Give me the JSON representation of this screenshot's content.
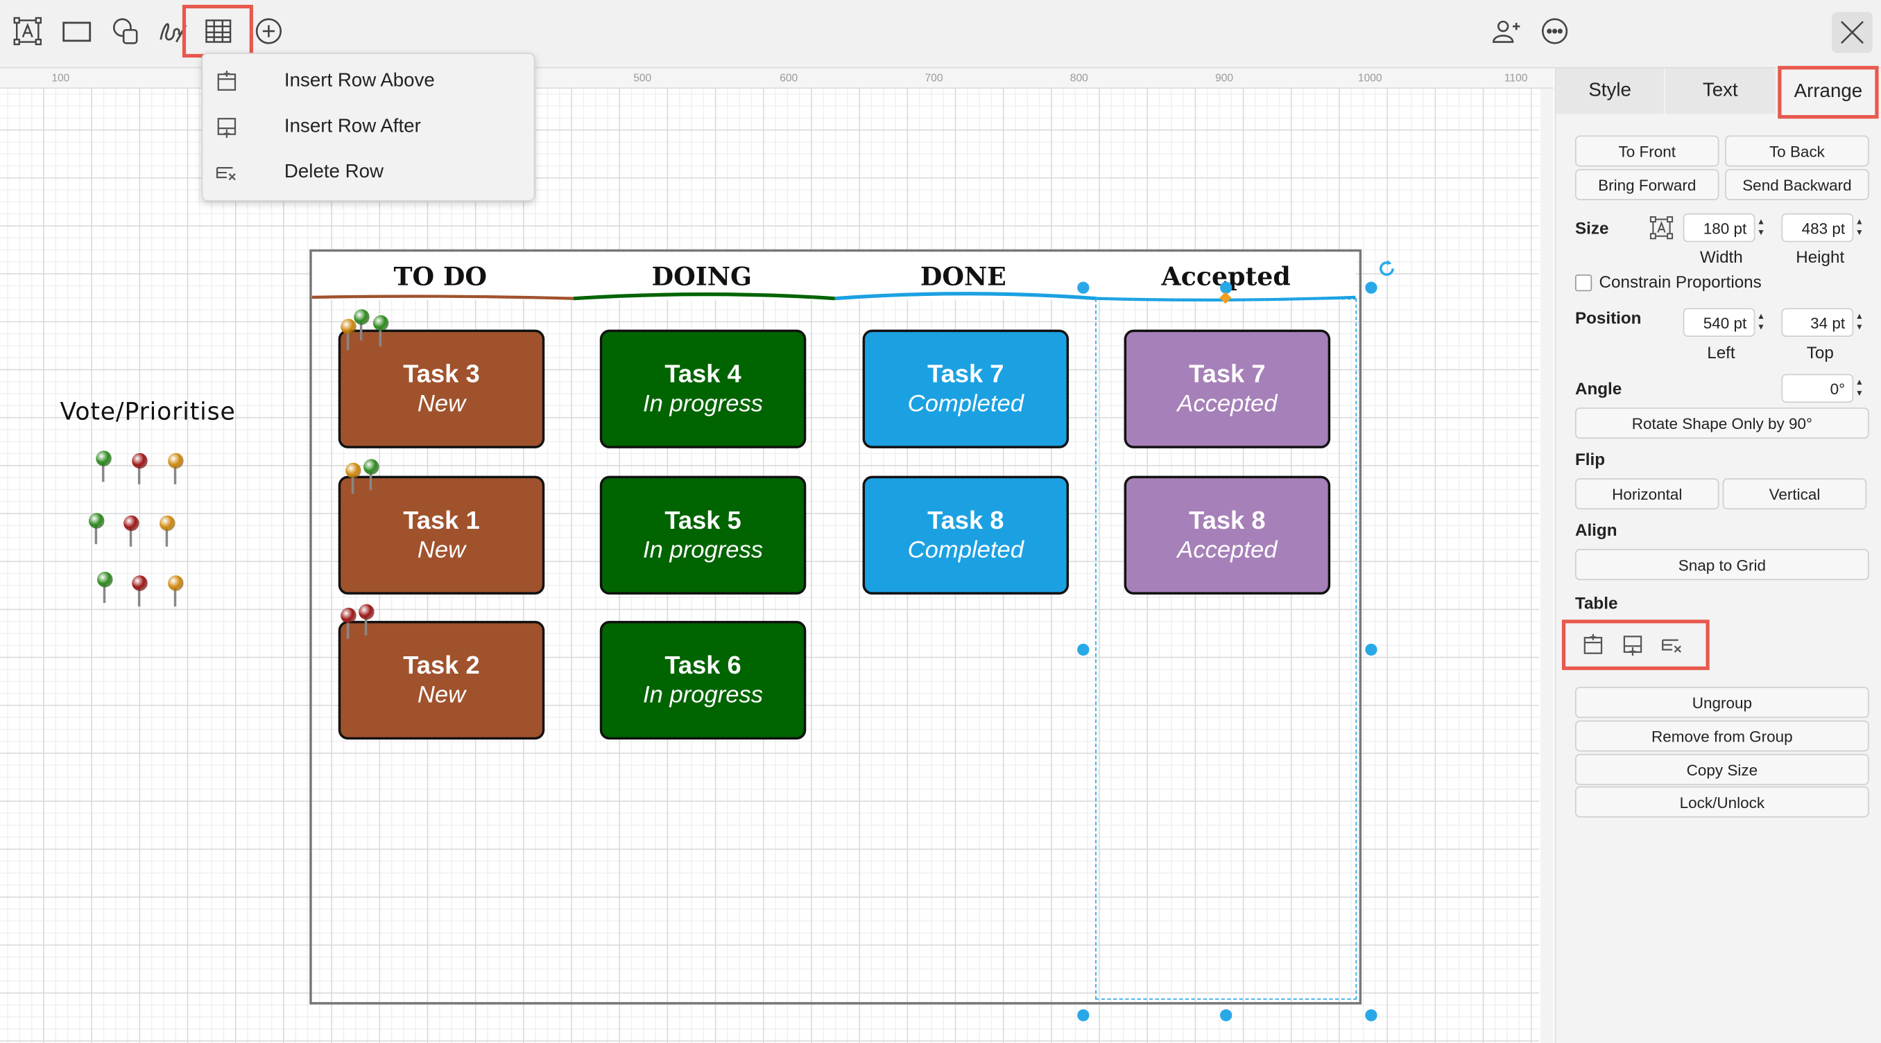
{
  "toolbar": {
    "icons": [
      "text-icon",
      "rectangle-icon",
      "shapes-icon",
      "freehand-icon",
      "table-icon",
      "add-icon"
    ],
    "right_icons": [
      "add-user-icon",
      "more-icon",
      "format-panel-icon"
    ],
    "highlight_color": "#e8584d"
  },
  "ruler": {
    "ticks": [
      "100",
      "500",
      "600",
      "700",
      "800",
      "900",
      "1000",
      "1100"
    ]
  },
  "menu": {
    "items": [
      {
        "label": "Insert Row Above",
        "icon": "insert-row-above-icon"
      },
      {
        "label": "Insert Row After",
        "icon": "insert-row-after-icon"
      },
      {
        "label": "Delete Row",
        "icon": "delete-row-icon"
      }
    ]
  },
  "canvas": {
    "vote_label": "Vote/Prioritise",
    "columns": [
      {
        "title": "TO DO",
        "underline": "#a0522d"
      },
      {
        "title": "DOING",
        "underline": "#006400"
      },
      {
        "title": "DONE",
        "underline": "#1ba1e2"
      },
      {
        "title": "Accepted",
        "underline": "#1ba1e2"
      }
    ],
    "cards": [
      {
        "title": "Task 3",
        "status": "New",
        "color": "#a0522d"
      },
      {
        "title": "Task 1",
        "status": "New",
        "color": "#a0522d"
      },
      {
        "title": "Task 2",
        "status": "New",
        "color": "#a0522d"
      },
      {
        "title": "Task 4",
        "status": "In progress",
        "color": "#006400"
      },
      {
        "title": "Task 5",
        "status": "In progress",
        "color": "#006400"
      },
      {
        "title": "Task 6",
        "status": "In progress",
        "color": "#006400"
      },
      {
        "title": "Task 7",
        "status": "Completed",
        "color": "#1ba1e2"
      },
      {
        "title": "Task 8",
        "status": "Completed",
        "color": "#1ba1e2"
      },
      {
        "title": "Task 7",
        "status": "Accepted",
        "color": "#a680b8"
      },
      {
        "title": "Task 8",
        "status": "Accepted",
        "color": "#a680b8"
      }
    ],
    "pin_colors": {
      "green": "#2e8b1f",
      "red": "#a01818",
      "orange": "#d08a10"
    }
  },
  "panel": {
    "tabs": [
      "Style",
      "Text",
      "Arrange"
    ],
    "active_tab": "Arrange",
    "buttons": {
      "to_front": "To Front",
      "to_back": "To Back",
      "bring_forward": "Bring Forward",
      "send_backward": "Send Backward",
      "rotate": "Rotate Shape Only by 90°",
      "horizontal": "Horizontal",
      "vertical": "Vertical",
      "snap": "Snap to Grid",
      "ungroup": "Ungroup",
      "remove_group": "Remove from Group",
      "copy_size": "Copy Size",
      "lock": "Lock/Unlock"
    },
    "labels": {
      "size": "Size",
      "width": "Width",
      "height": "Height",
      "constrain": "Constrain Proportions",
      "position": "Position",
      "left": "Left",
      "top": "Top",
      "angle": "Angle",
      "flip": "Flip",
      "align": "Align",
      "table": "Table"
    },
    "values": {
      "width": "180 pt",
      "height": "483 pt",
      "left": "540 pt",
      "top": "34 pt",
      "angle": "0°"
    },
    "table_icons": [
      "insert-row-above-icon",
      "insert-row-after-icon",
      "delete-row-icon"
    ]
  }
}
